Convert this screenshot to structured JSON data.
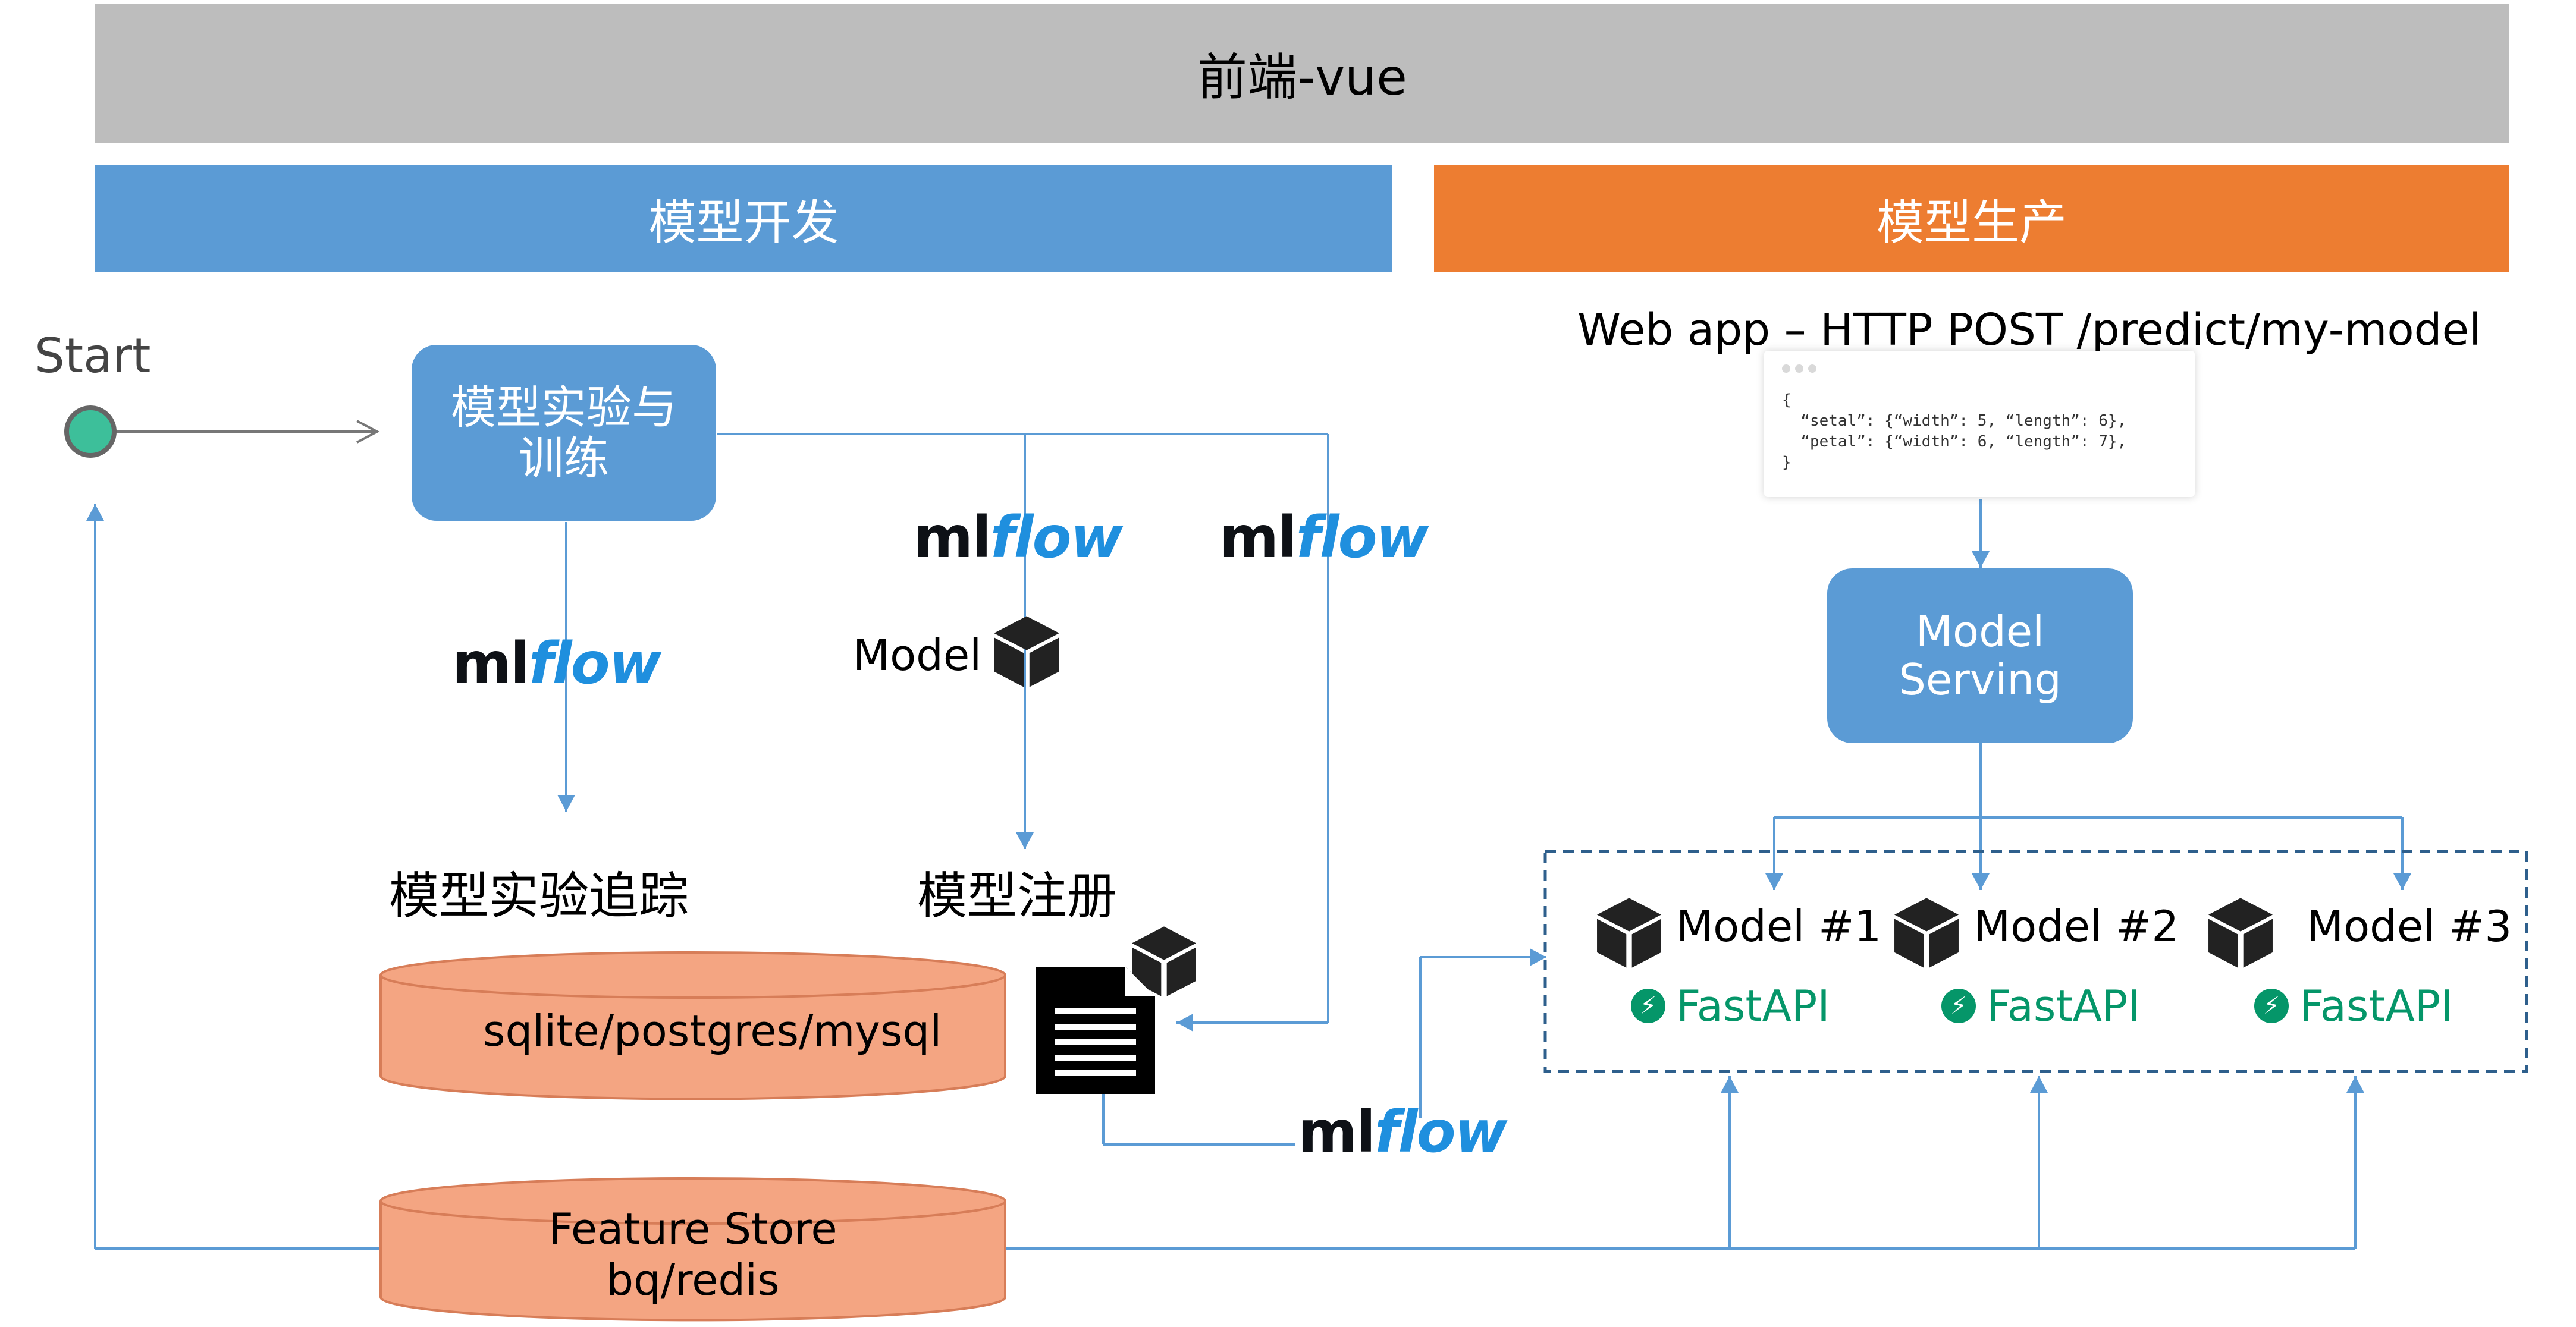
{
  "header": {
    "title": "前端-vue"
  },
  "sections": {
    "dev": "模型开发",
    "prod": "模型生产"
  },
  "start": {
    "label": "Start"
  },
  "train_box": {
    "line1": "模型实验与",
    "line2": "训练"
  },
  "mlflow": {
    "ml": "ml",
    "flow": "flow"
  },
  "model_label": "Model",
  "tracking": {
    "title": "模型实验追踪",
    "db": "sqlite/postgres/mysql"
  },
  "registry": {
    "title": "模型注册"
  },
  "feature_store": {
    "line1": "Feature Store",
    "line2": "bq/redis"
  },
  "webapp": {
    "title": "Web app – HTTP POST /predict/my-model",
    "json_lines": [
      "{",
      "  “setal”: {“width”: 5, “length”: 6},",
      "  “petal”: {“width”: 6, “length”: 7},",
      "}"
    ]
  },
  "serving": {
    "line1": "Model",
    "line2": "Serving"
  },
  "models": [
    {
      "label": "Model #1",
      "api": "FastAPI"
    },
    {
      "label": "Model #2",
      "api": "FastAPI"
    },
    {
      "label": "Model #3",
      "api": "FastAPI"
    }
  ],
  "colors": {
    "blue": "#5b9bd5",
    "orange": "#ed7d31",
    "gray": "#bdbdbd",
    "db": "#f4a582",
    "fastapi": "#059669",
    "mlflow_blue": "#1f8fde"
  },
  "icons": [
    "cube-icon",
    "document-icon",
    "fastapi-bolt-icon",
    "start-node-icon"
  ]
}
